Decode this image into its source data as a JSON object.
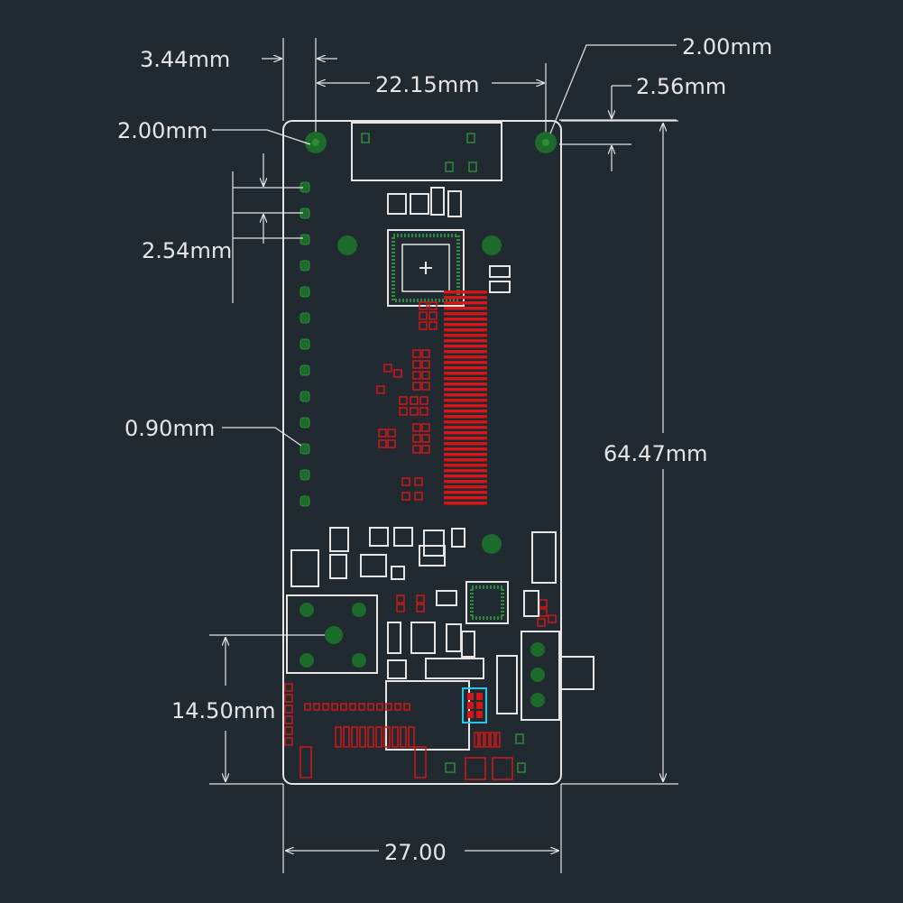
{
  "colors": {
    "background": "#212931",
    "outline": "#e6e6e6",
    "pad_green": "#1d6b2b",
    "pad_light": "#2e8b3c",
    "copper_red": "#d01818",
    "highlight_cyan": "#29c6e6"
  },
  "dimensions": {
    "mount_hole_left": "3.44mm",
    "mount_hole_diameter_right": "2.00mm",
    "hole_span": "22.15mm",
    "hole_offset_top": "2.56mm",
    "mount_hole_diameter_left": "2.00mm",
    "pin_pitch": "2.54mm",
    "pin_hole": "0.90mm",
    "board_height": "64.47mm",
    "lower_offset": "14.50mm",
    "board_width": "27.00"
  }
}
